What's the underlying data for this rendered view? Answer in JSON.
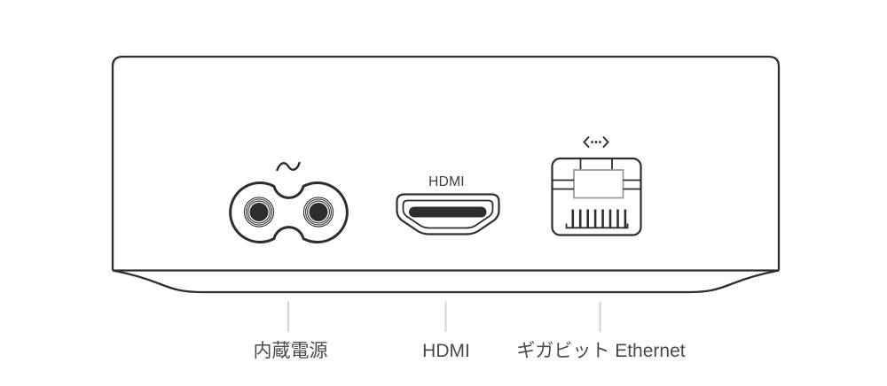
{
  "ports": [
    {
      "id": "power",
      "icon": "ac-tilde-icon",
      "caption": "内蔵電源"
    },
    {
      "id": "hdmi",
      "port_label": "HDMI",
      "caption": "HDMI"
    },
    {
      "id": "ethernet",
      "icon": "ethernet-arrows-icon",
      "caption": "ギガビット Ethernet"
    }
  ],
  "palette": {
    "outline": "#2e2e30",
    "detail": "#9b9b9d",
    "leader": "#d5d5d7",
    "text": "#4a4a4c",
    "bg": "#ffffff"
  }
}
